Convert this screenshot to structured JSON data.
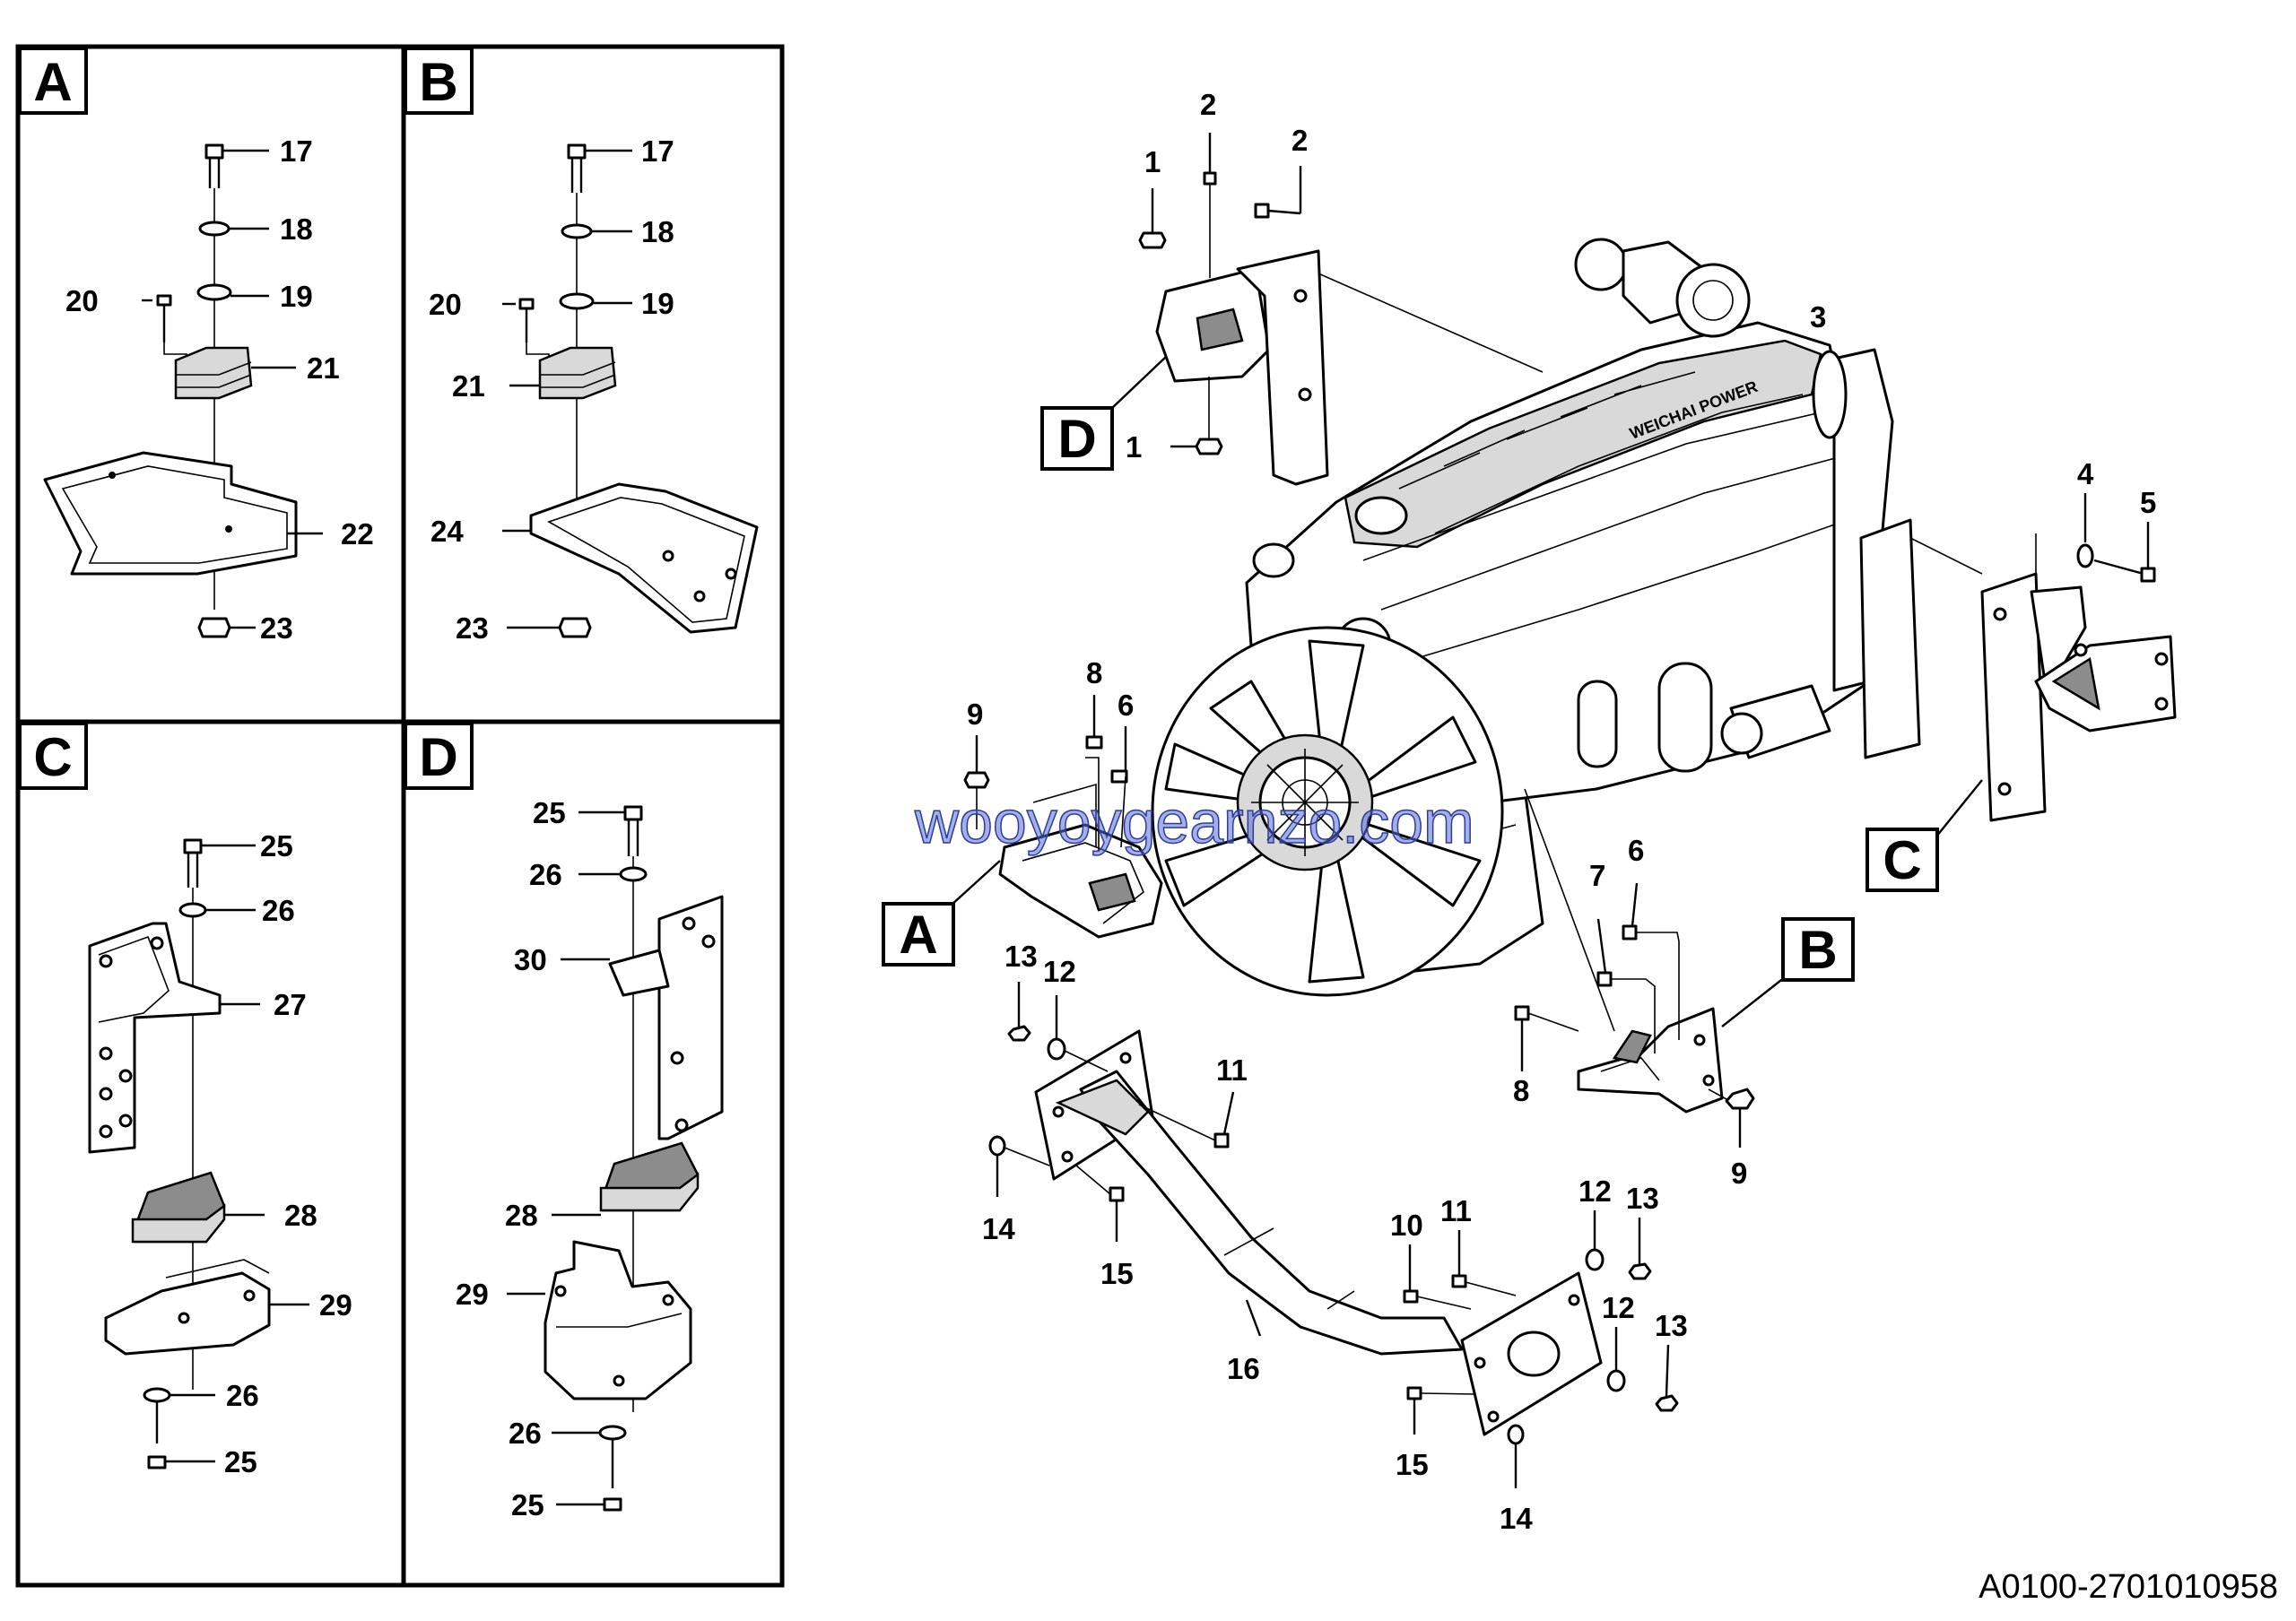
{
  "panels": [
    {
      "id": "A",
      "label": "A"
    },
    {
      "id": "B",
      "label": "B"
    },
    {
      "id": "C",
      "label": "C"
    },
    {
      "id": "D",
      "label": "D"
    }
  ],
  "callouts": {
    "pa17": "17",
    "pa18": "18",
    "pa19": "19",
    "pa20": "20",
    "pa21": "21",
    "pa22": "22",
    "pa23": "23",
    "pb17": "17",
    "pb18": "18",
    "pb19": "19",
    "pb20": "20",
    "pb21": "21",
    "pb24": "24",
    "pb23": "23",
    "pc25a": "25",
    "pc26a": "26",
    "pc27": "27",
    "pc28": "28",
    "pc29": "29",
    "pc26b": "26",
    "pc25b": "25",
    "pd25a": "25",
    "pd26a": "26",
    "pd30": "30",
    "pd28": "28",
    "pd29": "29",
    "pd26b": "26",
    "pd25b": "25",
    "m1a": "1",
    "m2a": "2",
    "m2b": "2",
    "m1b": "1",
    "m3": "3",
    "m4": "4",
    "m5": "5",
    "m8a": "8",
    "m6a": "6",
    "m9a": "9",
    "m7": "7",
    "m6b": "6",
    "m8b": "8",
    "m9b": "9",
    "m13a": "13",
    "m12a": "12",
    "m11a": "11",
    "m14a": "14",
    "m15a": "15",
    "m16": "16",
    "m10": "10",
    "m11b": "11",
    "m12b": "12",
    "m13b": "13",
    "m12c": "12",
    "m13c": "13",
    "m15b": "15",
    "m14b": "14"
  },
  "views": {
    "A": "A",
    "B": "B",
    "C": "C",
    "D": "D"
  },
  "engine_brand": "WEICHAI POWER",
  "watermark": "wooyoygearnzo.com",
  "drawing_code": "A0100-2701010958"
}
